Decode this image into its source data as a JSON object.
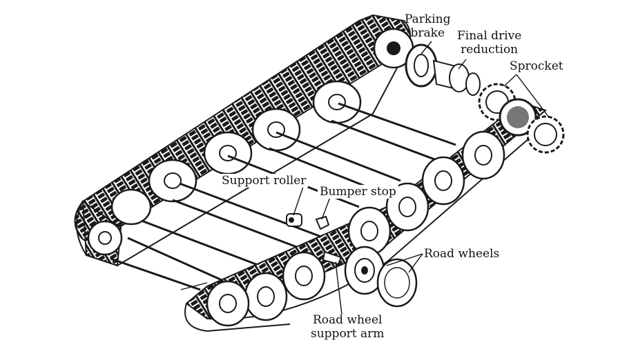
{
  "colors": {
    "ink": "#111111",
    "track": "#1a1a1a",
    "paper": "#ffffff"
  },
  "labels": {
    "parking_brake": [
      "Parking",
      "brake"
    ],
    "final_drive_reduction": [
      "Final drive",
      "reduction"
    ],
    "sprocket": "Sprocket",
    "support_roller": "Support roller",
    "bumper_stop": "Bumper stop",
    "road_wheels": "Road wheels",
    "road_wheel_support_arm": [
      "Road wheel",
      "support arm"
    ]
  }
}
